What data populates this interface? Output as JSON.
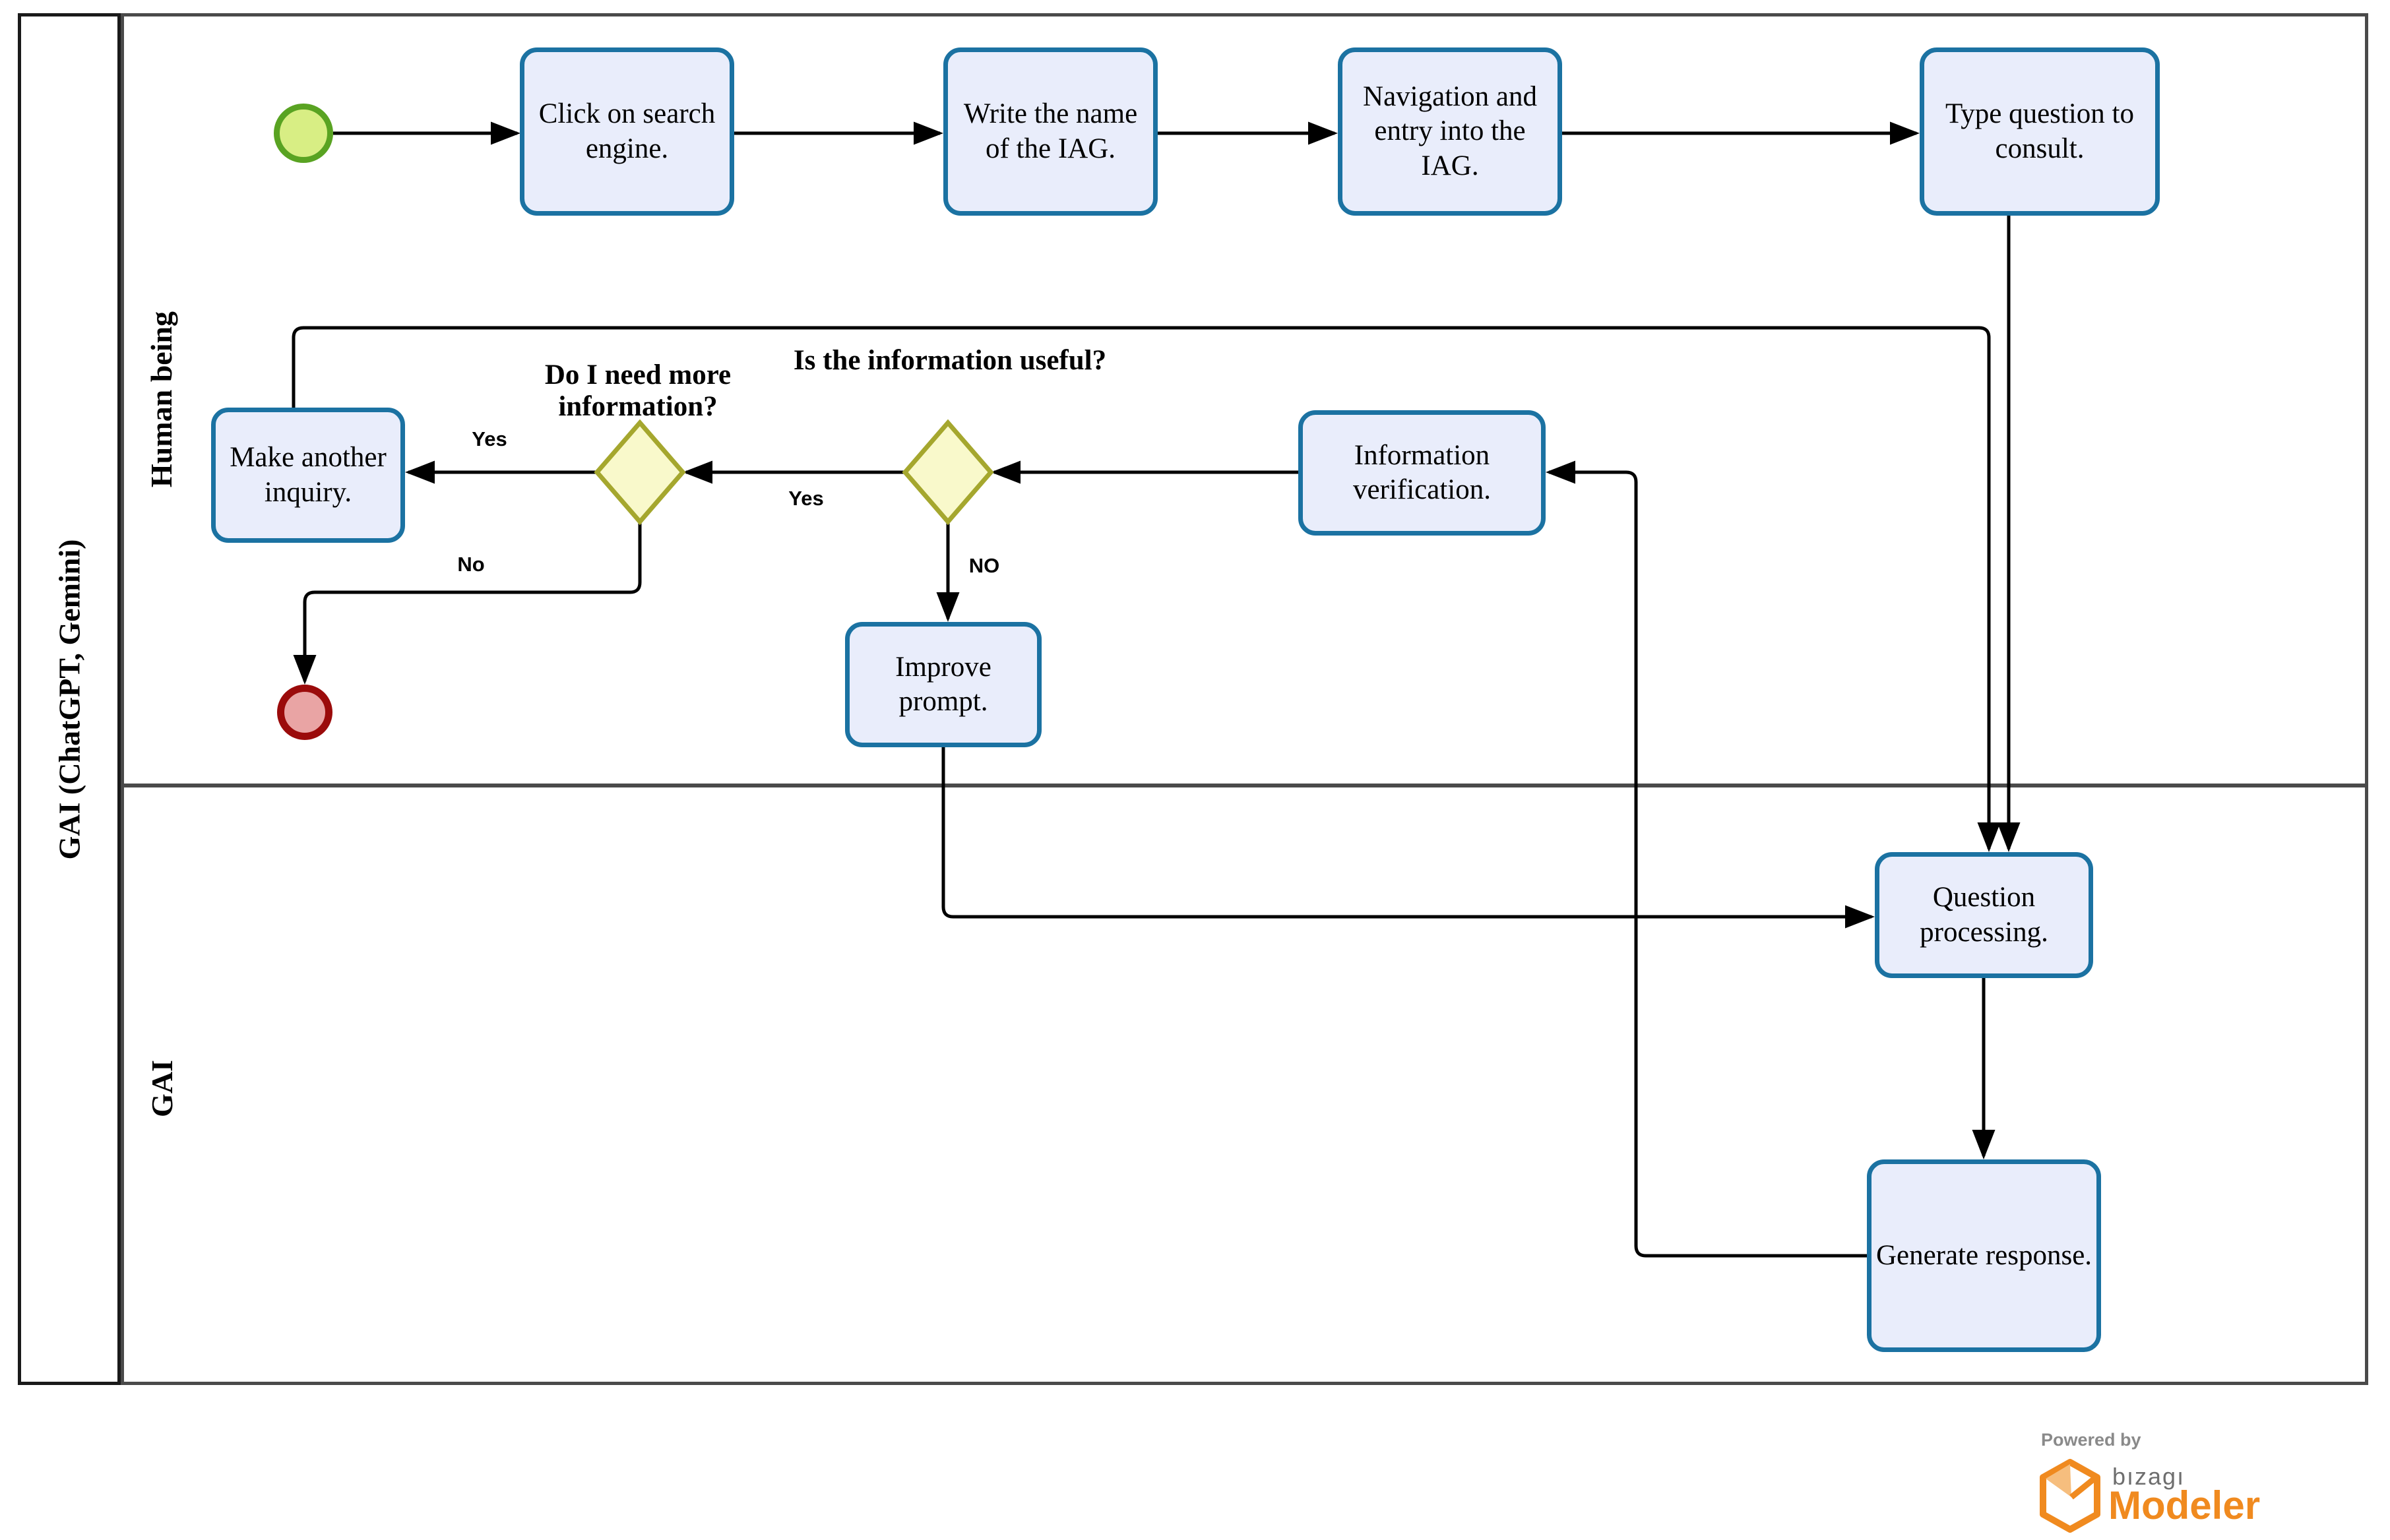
{
  "diagram": {
    "pool": {
      "label": "GAI (ChatGPT, Gemini)",
      "lanes": [
        {
          "label": "Human being"
        },
        {
          "label": "GAI"
        }
      ]
    },
    "tasks": {
      "click_search_engine": {
        "label": "Click on search engine."
      },
      "write_name_iag": {
        "label": "Write the name of the IAG."
      },
      "navigation_entry_iag": {
        "label": "Navigation and entry into the IAG."
      },
      "type_question": {
        "label": "Type question to consult."
      },
      "make_another_inquiry": {
        "label": "Make another inquiry."
      },
      "information_verification": {
        "label": "Information verification."
      },
      "improve_prompt": {
        "label": "Improve prompt."
      },
      "question_processing": {
        "label": "Question processing."
      },
      "generate_response": {
        "label": "Generate response."
      }
    },
    "gateways": {
      "need_more_info": {
        "label": "Do I need more information?"
      },
      "info_useful": {
        "label": "Is the information useful?"
      }
    },
    "flow_labels": {
      "need_more_yes": "Yes",
      "need_more_no": "No",
      "useful_yes": "Yes",
      "useful_no": "NO"
    },
    "colors": {
      "task_fill": "#E9EDFB",
      "task_border": "#1B72A2",
      "gateway_fill": "#F9F9CB",
      "gateway_border": "#A5A72E",
      "start_fill": "#D8EE84",
      "start_border": "#59A322",
      "end_fill": "#E9A4A4",
      "end_border": "#9B0B0B",
      "flow_line": "#000000",
      "lane_border": "#4A4A4A",
      "brand_orange": "#F08A1F"
    }
  },
  "branding": {
    "powered_by": "Powered by",
    "brand_name": "bızagı",
    "product_name": "Modeler"
  }
}
